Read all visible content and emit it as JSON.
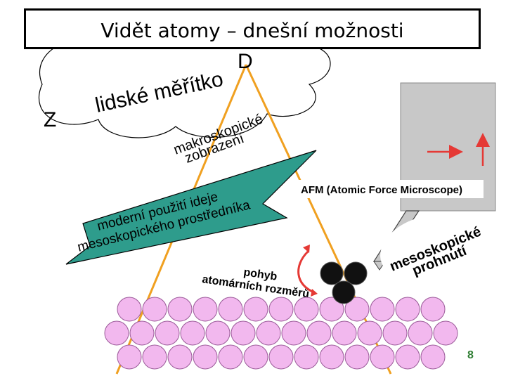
{
  "slide": {
    "title": "Vidět atomy – dnešní možnosti",
    "page_number": "8"
  },
  "cloud": {
    "label_z": "Z",
    "label_d": "D",
    "human_scale": "lidské měřítko",
    "macro_line1": "makroskopické",
    "macro_line2": "zobrazení"
  },
  "banner": {
    "line1": "moderní použití ideje",
    "line2": "mesoskopického prostředníka"
  },
  "afm": {
    "label": "AFM (Atomic Force Microscope)",
    "meso_line1": "mesoskopické",
    "meso_line2": "prohnutí"
  },
  "atoms": {
    "motion_line1": "pohyb",
    "motion_line2": "atomárních rozměrů"
  },
  "colors": {
    "arrow_red": "#e53935",
    "afm_gray": "#c8c8c8",
    "banner_teal": "#2e9c8c",
    "substrate_pink": "#f2b8ee",
    "ray_orange": "#f0a020",
    "number_green": "#2e7d32"
  }
}
